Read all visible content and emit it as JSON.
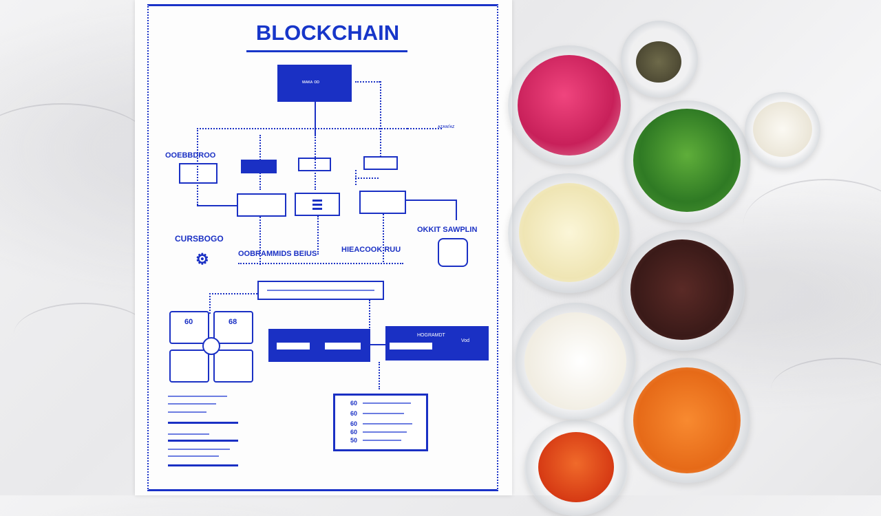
{
  "poster": {
    "title": "BLOCKCHAIN",
    "top_box_text": "ᴍᴀᴋᴀ ᴏᴅ",
    "right_tag": "ᴀᴢᴀᴡ/ᴀᴢ",
    "left_label_1": "OOEBBDROO",
    "left_label_2": "CURSBOGO",
    "right_label": "OKKIT SAWPLIN",
    "mid_label": "OOBRAMMIDS BEIUS",
    "mid_label_2": "HIEACOOK RUU",
    "right_block_label": "HOGRAMDT",
    "right_block_tag": "Vod",
    "card_1": "60",
    "card_2": "68",
    "list_numbers": [
      "60",
      "60",
      "60",
      "60",
      "50"
    ]
  },
  "colors": {
    "poster_blue": "#1a30c4",
    "marble": "#efeff1"
  },
  "bowls": [
    {
      "contents": "pickled pink onion",
      "color": "#d6306a"
    },
    {
      "contents": "black pepper",
      "color": "#5f5a3f"
    },
    {
      "contents": "green lettuce",
      "color": "#3f8a2e"
    },
    {
      "contents": "grated parmesan",
      "color": "#f2efe6"
    },
    {
      "contents": "garlic cloves",
      "color": "#f3ecc9"
    },
    {
      "contents": "beef jerky strips",
      "color": "#4a2320"
    },
    {
      "contents": "mayonnaise",
      "color": "#f6f3ea"
    },
    {
      "contents": "diced carrots",
      "color": "#f07a24"
    },
    {
      "contents": "hot sauce",
      "color": "#e8501c"
    }
  ]
}
